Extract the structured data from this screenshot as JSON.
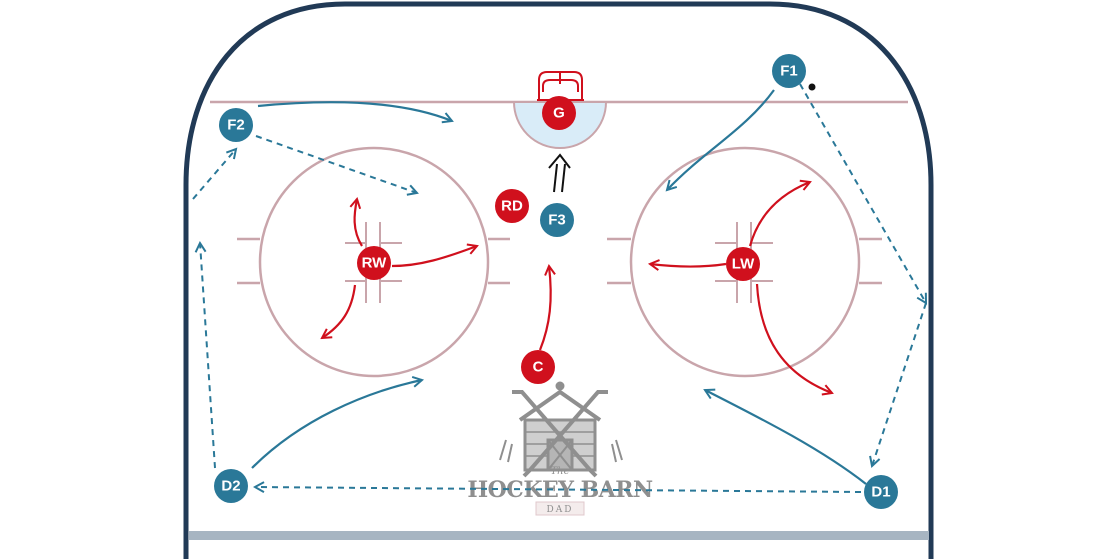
{
  "colors": {
    "boards": "#213a56",
    "rink_lines": "#c9a5ab",
    "blue_line": "#a7b5c2",
    "team_blue": "#2a7898",
    "team_red": "#d0101d",
    "crease_fill": "#d9ecf8",
    "goal": "#d0101d",
    "puck": "#111111",
    "logo_gray": "#8f8f8f"
  },
  "players": {
    "f1": {
      "label": "F1",
      "team": "blue"
    },
    "f2": {
      "label": "F2",
      "team": "blue"
    },
    "f3": {
      "label": "F3",
      "team": "blue"
    },
    "d1": {
      "label": "D1",
      "team": "blue"
    },
    "d2": {
      "label": "D2",
      "team": "blue"
    },
    "g": {
      "label": "G",
      "team": "red"
    },
    "rd": {
      "label": "RD",
      "team": "red"
    },
    "rw": {
      "label": "RW",
      "team": "red"
    },
    "lw": {
      "label": "LW",
      "team": "red"
    },
    "c": {
      "label": "C",
      "team": "red"
    }
  },
  "logo": {
    "line1": "The",
    "line2": "HOCKEY BARN",
    "line3": "DAD",
    "icon": "barn-with-crossed-sticks-icon"
  },
  "legend_icons": {
    "skate": "solid-arrow",
    "pass": "dashed-arrow",
    "shot": "double-line-arrow",
    "puck": "puck-dot"
  }
}
